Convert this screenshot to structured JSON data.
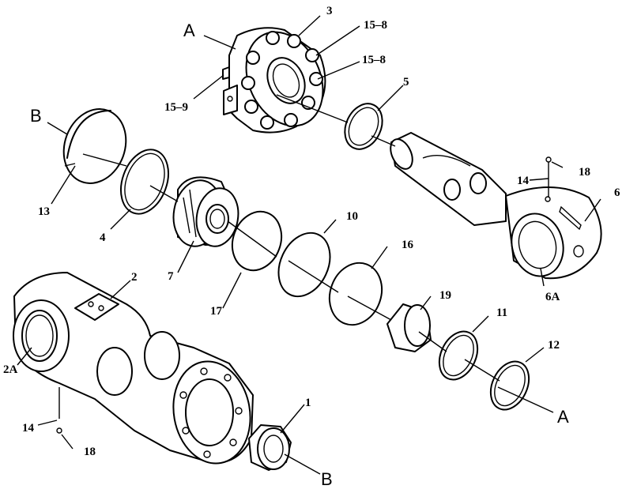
{
  "callouts": {
    "c1": "1",
    "c2": "2",
    "c2A": "2A",
    "c3": "3",
    "c4": "4",
    "c5": "5",
    "c6": "6",
    "c6A": "6A",
    "c7": "7",
    "c10": "10",
    "c11": "11",
    "c12": "12",
    "c13": "13",
    "c14_top": "14",
    "c14_left": "14",
    "c15_8_a": "15–8",
    "c15_8_b": "15–8",
    "c15_9": "15–9",
    "c16": "16",
    "c17": "17",
    "c18_top": "18",
    "c18_left": "18",
    "c19": "19"
  },
  "refs": {
    "A_top": "A",
    "A_bottom": "A",
    "B_top": "B",
    "B_bottom": "B"
  }
}
